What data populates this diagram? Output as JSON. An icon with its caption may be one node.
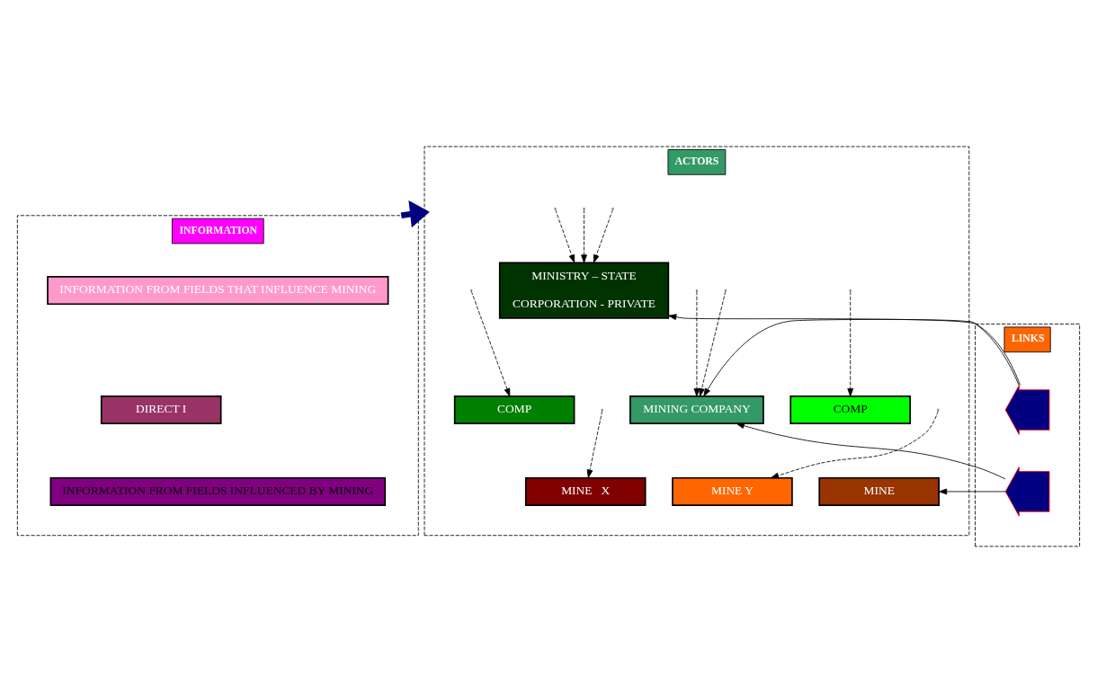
{
  "diagram": {
    "nodes": [
      {
        "text": [
          "INFORMATION"
        ]
      },
      {
        "text": [
          "INFORMATION FROM FIELDS THAT INFLUENCE MINING"
        ],
        "in": 0
      },
      {
        "text": [
          "DIRECT I"
        ],
        "in": 0
      },
      {
        "text": [
          "INFORMATION FROM FIELDS INFLUENCED BY MINING"
        ],
        "in": 0
      },
      {
        "text": [
          "ACTORS"
        ]
      },
      {
        "text": [
          "MINISTRY – STATE",
          "CORPORATION - PRIVATE"
        ],
        "in": 4
      },
      {
        "text": [
          "COMP"
        ],
        "in": 4
      },
      {
        "text": [
          "MINING COMPANY"
        ],
        "in": 4
      },
      {
        "text": [
          "COMP"
        ],
        "in": 4
      },
      {
        "text": [
          "MINE   X"
        ],
        "in": 4
      },
      {
        "text": [
          "MINE"
        ],
        "in": 4
      },
      {
        "text": [
          "MINE Y"
        ],
        "in": 4
      },
      {
        "text": [
          "LINKS"
        ]
      },
      {
        "text": [],
        "shape": "bracket",
        "in": 12
      },
      {
        "text": [],
        "shape": "bracket",
        "in": 12
      }
    ],
    "edges": [
      {
        "from": 0,
        "to": 4,
        "arrow": "to",
        "style": "thick",
        "color": "#000080"
      },
      {
        "from": 13,
        "to": 5,
        "arrow": "to"
      },
      {
        "from": null,
        "to": 5,
        "arrow": "to",
        "style": "dashed"
      },
      {
        "from": null,
        "to": 5,
        "arrow": "to",
        "style": "dashed"
      },
      {
        "from": null,
        "to": 5,
        "arrow": "to",
        "style": "dashed"
      },
      {
        "from": 13,
        "to": 7,
        "arrow": "to"
      },
      {
        "from": null,
        "to": 6,
        "arrow": "to",
        "style": "dashed"
      },
      {
        "from": null,
        "to": 8,
        "arrow": "to",
        "style": "dashed"
      },
      {
        "from": null,
        "to": 7,
        "arrow": "to",
        "style": "dashed"
      },
      {
        "from": 14,
        "to": 7,
        "arrow": "to"
      },
      {
        "from": null,
        "to": 7,
        "arrow": "to",
        "style": "dashed"
      },
      {
        "from": 14,
        "to": 10,
        "arrow": "to"
      },
      {
        "from": null,
        "to": 9,
        "arrow": "to",
        "style": "dashed"
      },
      {
        "from": null,
        "to": 11,
        "arrow": "to",
        "style": "dashed"
      }
    ]
  }
}
